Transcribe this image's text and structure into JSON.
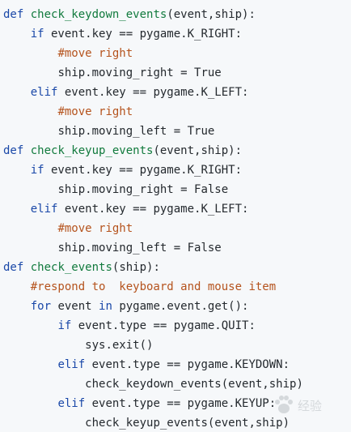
{
  "code": {
    "lines": [
      {
        "indent": "",
        "tokens": [
          {
            "t": "def",
            "c": "kw"
          },
          {
            "t": " "
          },
          {
            "t": "check_keydown_events",
            "c": "fn"
          },
          {
            "t": "(event,ship):"
          }
        ]
      },
      {
        "indent": "    ",
        "tokens": [
          {
            "t": "if",
            "c": "kw"
          },
          {
            "t": " event.key == pygame.K_RIGHT:"
          }
        ]
      },
      {
        "indent": "        ",
        "tokens": [
          {
            "t": "#move right",
            "c": "cm"
          }
        ]
      },
      {
        "indent": "        ",
        "tokens": [
          {
            "t": "ship.moving_right = True"
          }
        ]
      },
      {
        "indent": "    ",
        "tokens": [
          {
            "t": "elif",
            "c": "kw"
          },
          {
            "t": " event.key == pygame.K_LEFT:"
          }
        ]
      },
      {
        "indent": "        ",
        "tokens": [
          {
            "t": "#move right",
            "c": "cm"
          }
        ]
      },
      {
        "indent": "        ",
        "tokens": [
          {
            "t": "ship.moving_left = True"
          }
        ]
      },
      {
        "indent": "",
        "tokens": [
          {
            "t": "def",
            "c": "kw"
          },
          {
            "t": " "
          },
          {
            "t": "check_keyup_events",
            "c": "fn"
          },
          {
            "t": "(event,ship):"
          }
        ]
      },
      {
        "indent": "    ",
        "tokens": [
          {
            "t": "if",
            "c": "kw"
          },
          {
            "t": " event.key == pygame.K_RIGHT:"
          }
        ]
      },
      {
        "indent": "        ",
        "tokens": [
          {
            "t": "ship.moving_right = False"
          }
        ]
      },
      {
        "indent": "    ",
        "tokens": [
          {
            "t": "elif",
            "c": "kw"
          },
          {
            "t": " event.key == pygame.K_LEFT:"
          }
        ]
      },
      {
        "indent": "        ",
        "tokens": [
          {
            "t": "#move right",
            "c": "cm"
          }
        ]
      },
      {
        "indent": "        ",
        "tokens": [
          {
            "t": "ship.moving_left = False"
          }
        ]
      },
      {
        "indent": "",
        "tokens": [
          {
            "t": "def",
            "c": "kw"
          },
          {
            "t": " "
          },
          {
            "t": "check_events",
            "c": "fn"
          },
          {
            "t": "(ship):"
          }
        ]
      },
      {
        "indent": "    ",
        "tokens": [
          {
            "t": "#respond to  keyboard and mouse item",
            "c": "cm"
          }
        ]
      },
      {
        "indent": "    ",
        "tokens": [
          {
            "t": "for",
            "c": "kw"
          },
          {
            "t": " event "
          },
          {
            "t": "in",
            "c": "kw"
          },
          {
            "t": " pygame.event.get():"
          }
        ]
      },
      {
        "indent": "        ",
        "tokens": [
          {
            "t": "if",
            "c": "kw"
          },
          {
            "t": " event.type == pygame.QUIT:"
          }
        ]
      },
      {
        "indent": "            ",
        "tokens": [
          {
            "t": "sys.exit()"
          }
        ]
      },
      {
        "indent": "        ",
        "tokens": [
          {
            "t": "elif",
            "c": "kw"
          },
          {
            "t": " event.type == pygame.KEYDOWN:"
          }
        ]
      },
      {
        "indent": "            ",
        "tokens": [
          {
            "t": "check_keydown_events(event,ship)"
          }
        ]
      },
      {
        "indent": "        ",
        "tokens": [
          {
            "t": "elif",
            "c": "kw"
          },
          {
            "t": " event.type == pygame.KEYUP:"
          }
        ]
      },
      {
        "indent": "            ",
        "tokens": [
          {
            "t": "check_keyup_events(event,ship)"
          }
        ]
      }
    ]
  },
  "colors": {
    "background": "#f6f8fa",
    "keyword": "#1a48a8",
    "function_name": "#117a3d",
    "comment": "#b5531d",
    "text": "#24292e"
  },
  "watermark": {
    "icon": "paw-logo-icon",
    "text": "经验"
  }
}
